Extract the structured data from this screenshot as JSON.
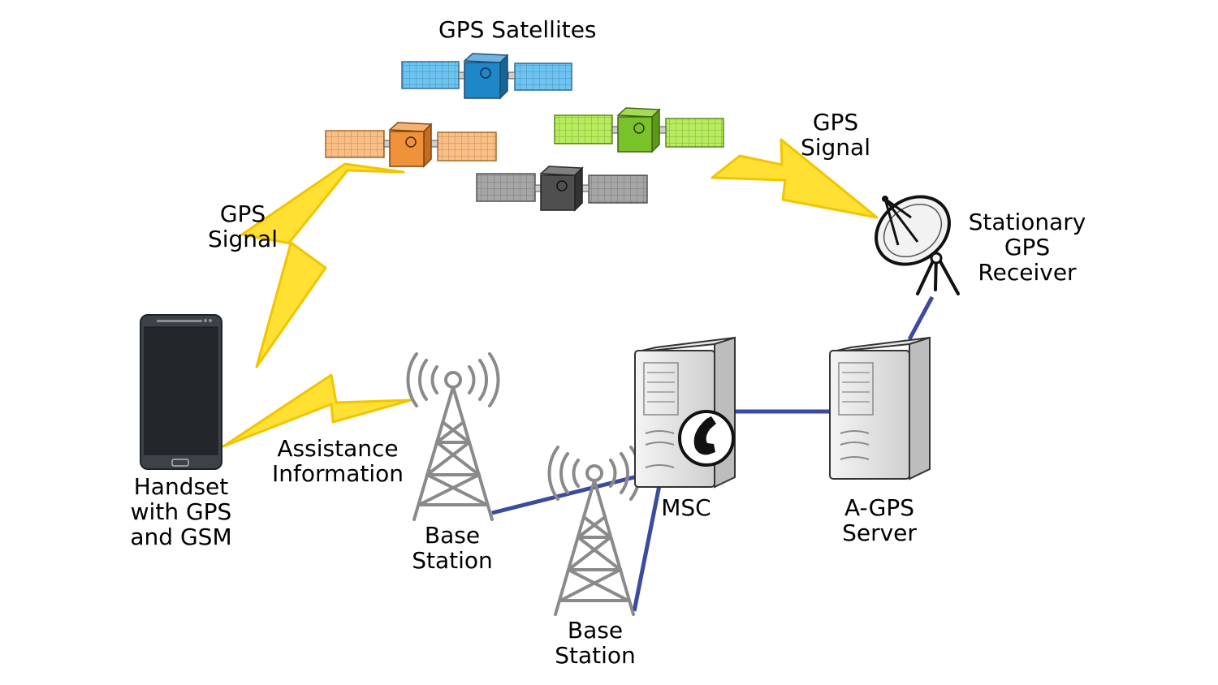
{
  "labels": {
    "satellites": "GPS Satellites",
    "gps_signal_left": [
      "GPS",
      "Signal"
    ],
    "gps_signal_right": [
      "GPS",
      "Signal"
    ],
    "stationary_receiver": [
      "Stationary",
      "GPS",
      "Receiver"
    ],
    "handset": [
      "Handset",
      "with GPS",
      "and GSM"
    ],
    "assistance": [
      "Assistance",
      "Information"
    ],
    "base_station_1": [
      "Base",
      "Station"
    ],
    "base_station_2": [
      "Base",
      "Station"
    ],
    "msc": "MSC",
    "agps_server": [
      "A-GPS",
      "Server"
    ]
  },
  "colors": {
    "link": "#3b4ba0",
    "lightning_fill": "#ffe033",
    "lightning_stroke": "#f3c400",
    "sat_blue": "#1f86c8",
    "sat_blue_panel": "#6cc4f2",
    "sat_orange": "#f0923a",
    "sat_orange_panel": "#fbbf85",
    "sat_green": "#7ac22a",
    "sat_green_panel": "#b7ec5d",
    "sat_gray": "#4f4f4f",
    "sat_gray_panel": "#a6a6a6",
    "tower": "#8a8a8a",
    "phone": "#3c4248"
  },
  "icons": [
    "satellite-icon",
    "lightning-bolt-icon",
    "smartphone-icon",
    "cell-tower-icon",
    "server-icon",
    "phone-icon",
    "satellite-dish-icon"
  ]
}
